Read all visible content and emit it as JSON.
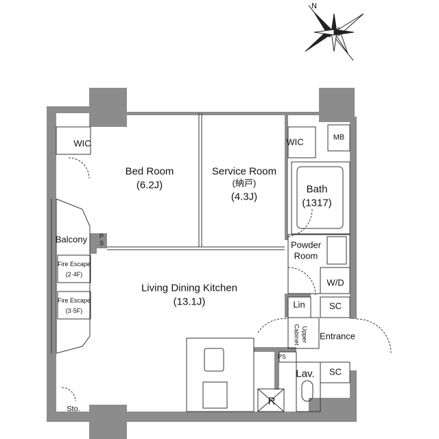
{
  "plan": {
    "compass": {
      "north_label": "N",
      "icon": "compass-rose-icon"
    },
    "colors": {
      "wall": "#8c8c8c",
      "line": "#333333",
      "background": "#ffffff"
    },
    "rooms": {
      "wic_left": "WIC",
      "bed_room": {
        "name": "Bed Room",
        "size": "(6.2J)"
      },
      "service_room": {
        "name": "Service Room",
        "jp": "(納戸)",
        "size": "(4.3J)"
      },
      "wic_right": "WIC",
      "mb": "MB",
      "bath": {
        "name": "Bath",
        "size": "(1317)"
      },
      "balcony": "Balcony",
      "ps_top": "PS",
      "fire_escape_1": {
        "name": "Fire Escape",
        "floors": "(2·4F)"
      },
      "fire_escape_2": {
        "name": "Fire Escape",
        "floors": "(3·5F)"
      },
      "powder_room": {
        "line1": "Powder",
        "line2": "Room"
      },
      "wd": "W/D",
      "lin": "Lin",
      "sc_top": "SC",
      "ldk": {
        "name": "Living Dining Kitchen",
        "size": "(13.1J)"
      },
      "upper_cabinet": {
        "line1": "Upper",
        "line2": "Cabinet"
      },
      "entrance": "Entrance",
      "ps_bottom": "PS",
      "lav": "Lav.",
      "sc_bottom": "SC",
      "r": "R",
      "sto": "Sto."
    }
  }
}
